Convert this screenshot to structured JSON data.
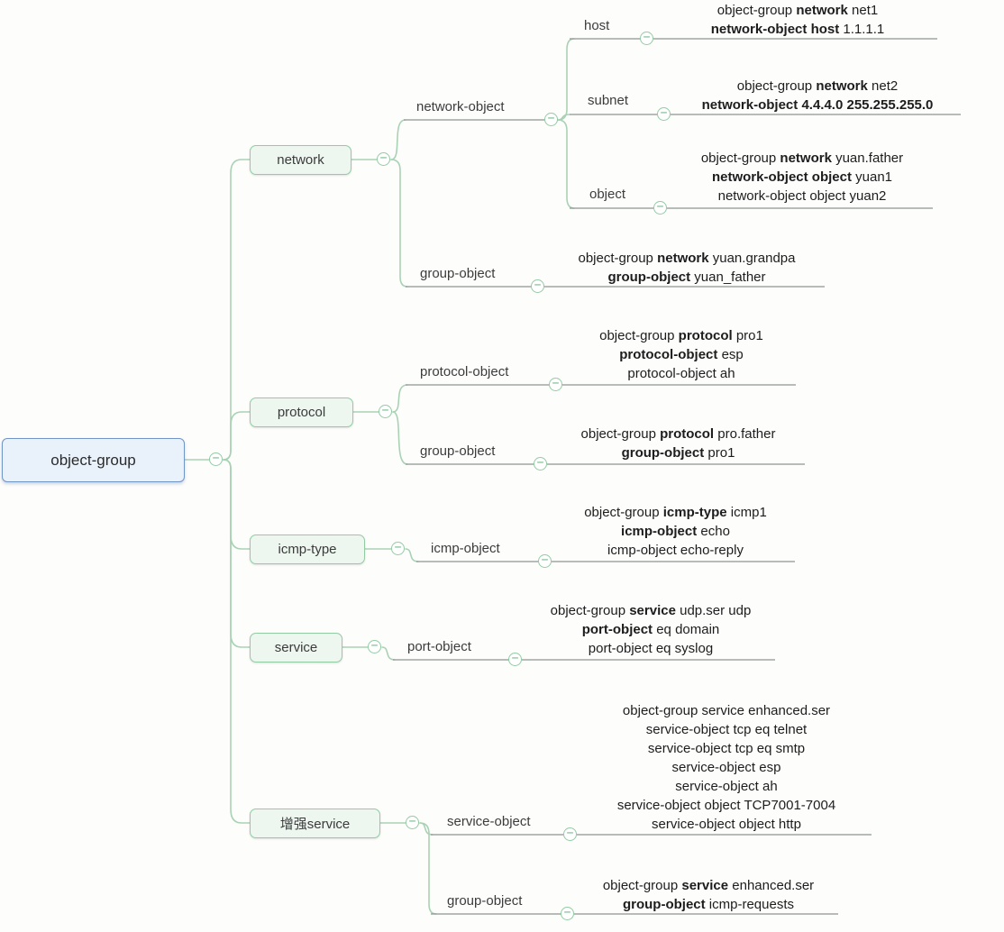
{
  "root": {
    "label": "object-group"
  },
  "collapse_glyph": "−",
  "colors": {
    "root_fill": "#e9f1fb",
    "root_border": "#7096c6",
    "branch_fill": "#edf7f0",
    "branch_border": "#93cba3",
    "wire": "#a9d2b4",
    "rail": "#8e958f"
  },
  "branches": [
    {
      "label": "network",
      "children": [
        {
          "label": "network-object",
          "children": [
            {
              "label": "host",
              "leaf": [
                [
                  {
                    "t": "object-group "
                  },
                  {
                    "t": "network",
                    "b": 1
                  },
                  {
                    "t": " net1"
                  }
                ],
                [
                  {
                    "t": "network-object host",
                    "b": 1
                  },
                  {
                    "t": " 1.1.1.1"
                  }
                ]
              ]
            },
            {
              "label": "subnet",
              "leaf": [
                [
                  {
                    "t": "object-group "
                  },
                  {
                    "t": "network",
                    "b": 1
                  },
                  {
                    "t": " net2"
                  }
                ],
                [
                  {
                    "t": "network-object 4.4.4.0 255.255.255.0",
                    "b": 1
                  }
                ]
              ]
            },
            {
              "label": "object",
              "leaf": [
                [
                  {
                    "t": "object-group "
                  },
                  {
                    "t": "network",
                    "b": 1
                  },
                  {
                    "t": " yuan.father"
                  }
                ],
                [
                  {
                    "t": "network-object object",
                    "b": 1
                  },
                  {
                    "t": " yuan1"
                  }
                ],
                [
                  {
                    "t": "network-object object yuan2"
                  }
                ]
              ]
            }
          ]
        },
        {
          "label": "group-object",
          "leaf": [
            [
              {
                "t": "object-group "
              },
              {
                "t": "network",
                "b": 1
              },
              {
                "t": " yuan.grandpa"
              }
            ],
            [
              {
                "t": "group-object",
                "b": 1
              },
              {
                "t": "  yuan_father"
              }
            ]
          ]
        }
      ]
    },
    {
      "label": "protocol",
      "children": [
        {
          "label": "protocol-object",
          "leaf": [
            [
              {
                "t": "object-group "
              },
              {
                "t": "protocol",
                "b": 1
              },
              {
                "t": " pro1"
              }
            ],
            [
              {
                "t": "protocol-object",
                "b": 1
              },
              {
                "t": " esp"
              }
            ],
            [
              {
                "t": "protocol-object ah"
              }
            ]
          ]
        },
        {
          "label": "group-object",
          "leaf": [
            [
              {
                "t": "object-group "
              },
              {
                "t": "protocol",
                "b": 1
              },
              {
                "t": " pro.father"
              }
            ],
            [
              {
                "t": "group-object",
                "b": 1
              },
              {
                "t": " pro1"
              }
            ]
          ]
        }
      ]
    },
    {
      "label": "icmp-type",
      "children": [
        {
          "label": "icmp-object",
          "leaf": [
            [
              {
                "t": "object-group "
              },
              {
                "t": "icmp-type",
                "b": 1
              },
              {
                "t": " icmp1"
              }
            ],
            [
              {
                "t": "icmp-object",
                "b": 1
              },
              {
                "t": " echo"
              }
            ],
            [
              {
                "t": "icmp-object echo-reply"
              }
            ]
          ]
        }
      ]
    },
    {
      "label": "service",
      "children": [
        {
          "label": "port-object",
          "leaf": [
            [
              {
                "t": "object-group "
              },
              {
                "t": "service",
                "b": 1
              },
              {
                "t": " udp.ser udp"
              }
            ],
            [
              {
                "t": "port-object",
                "b": 1
              },
              {
                "t": " eq domain"
              }
            ],
            [
              {
                "t": "port-object eq syslog"
              }
            ]
          ]
        }
      ]
    },
    {
      "label": "增强service",
      "children": [
        {
          "label": "service-object",
          "leaf": [
            [
              {
                "t": "object-group service enhanced.ser"
              }
            ],
            [
              {
                "t": "service-object tcp eq telnet"
              }
            ],
            [
              {
                "t": "service-object tcp eq smtp"
              }
            ],
            [
              {
                "t": "service-object esp"
              }
            ],
            [
              {
                "t": "service-object ah"
              }
            ],
            [
              {
                "t": "service-object object TCP7001-7004"
              }
            ],
            [
              {
                "t": "service-object object http"
              }
            ]
          ]
        },
        {
          "label": "group-object",
          "leaf": [
            [
              {
                "t": "object-group "
              },
              {
                "t": "service",
                "b": 1
              },
              {
                "t": " enhanced.ser"
              }
            ],
            [
              {
                "t": "group-object",
                "b": 1
              },
              {
                "t": " icmp-requests"
              }
            ]
          ]
        }
      ]
    }
  ]
}
